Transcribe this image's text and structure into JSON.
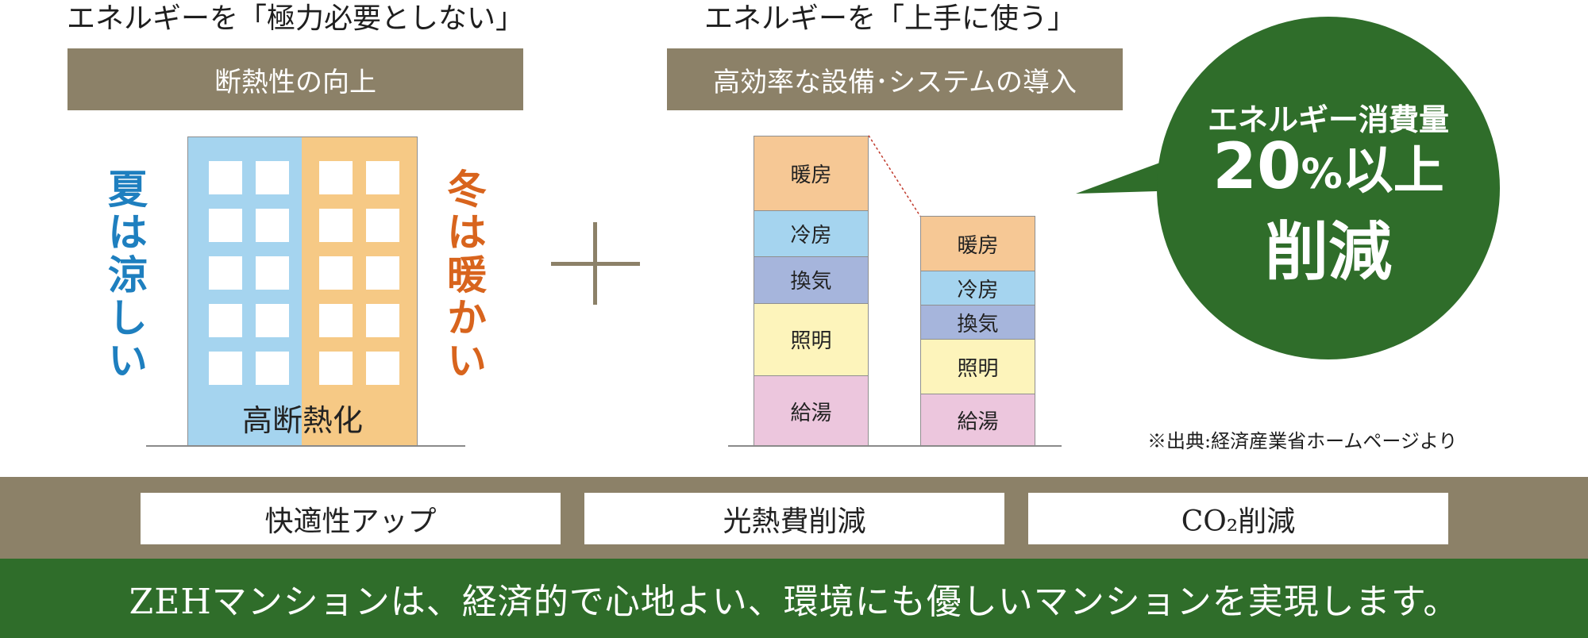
{
  "left": {
    "heading": "エネルギーを「極力必要としない」",
    "band": "断熱性の向上",
    "summer": "夏は涼しい",
    "winter": "冬は暖かい",
    "building_label": "高断熱化"
  },
  "plus_symbol": "＋",
  "right": {
    "heading": "エネルギーを「上手に使う」",
    "band": "高効率な設備･システムの導入",
    "source_note": "※出典:経済産業省ホームページより"
  },
  "chart_data": {
    "type": "bar",
    "stacked": true,
    "categories": [
      "",
      ""
    ],
    "series": [
      {
        "name": "給湯",
        "values": [
          70,
          52
        ],
        "color": "#ecc6dd"
      },
      {
        "name": "照明",
        "values": [
          72,
          54
        ],
        "color": "#fdf4bb"
      },
      {
        "name": "換気",
        "values": [
          46,
          34
        ],
        "color": "#a6b5dc"
      },
      {
        "name": "冷房",
        "values": [
          46,
          34
        ],
        "color": "#a5d4ef"
      },
      {
        "name": "暖房",
        "values": [
          74,
          54
        ],
        "color": "#f6c895"
      }
    ],
    "grid": false
  },
  "bubble": {
    "line1": "エネルギー消費量",
    "number": "20",
    "percent": "%",
    "suffix": "以上",
    "line3": "削減",
    "color": "#2f6d2a"
  },
  "benefits": [
    "快適性アップ",
    "光熱費削減",
    "CO₂削減"
  ],
  "footer": "ZEHマンションは、経済的で心地よい、環境にも優しいマンションを実現します。",
  "colors": {
    "band": "#8c8168",
    "blue_text": "#1e7fbf",
    "orange_text": "#d8641d",
    "building_blue": "#a5d4ef",
    "building_orange": "#f6c985"
  }
}
